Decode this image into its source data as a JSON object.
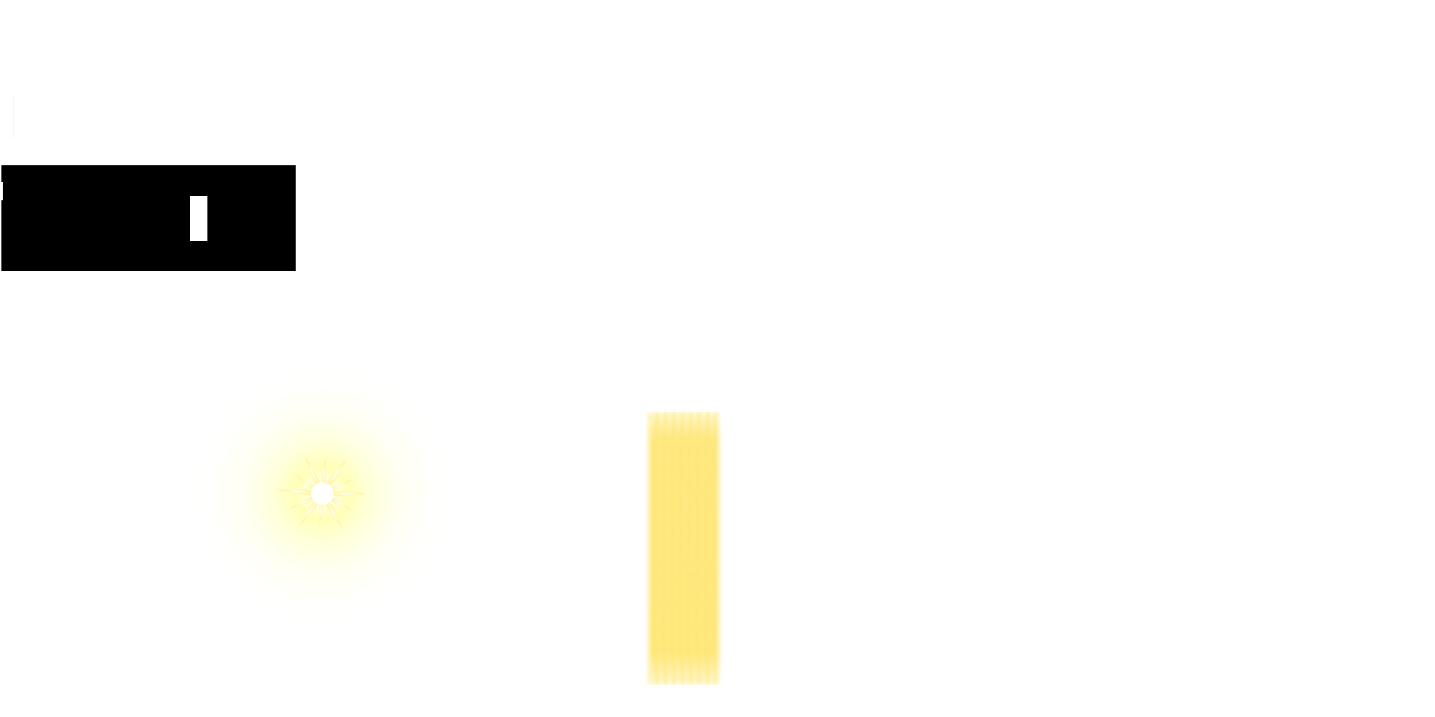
{
  "sprite_sheet": {
    "background": "#ffffff",
    "sprites": [
      {
        "name": "black-panel",
        "color": "#000000"
      },
      {
        "name": "white-slot",
        "color": "#ffffff"
      },
      {
        "name": "glow-burst",
        "color": "#fffbb0"
      },
      {
        "name": "light-beam",
        "color": "#ffe27a"
      }
    ]
  }
}
